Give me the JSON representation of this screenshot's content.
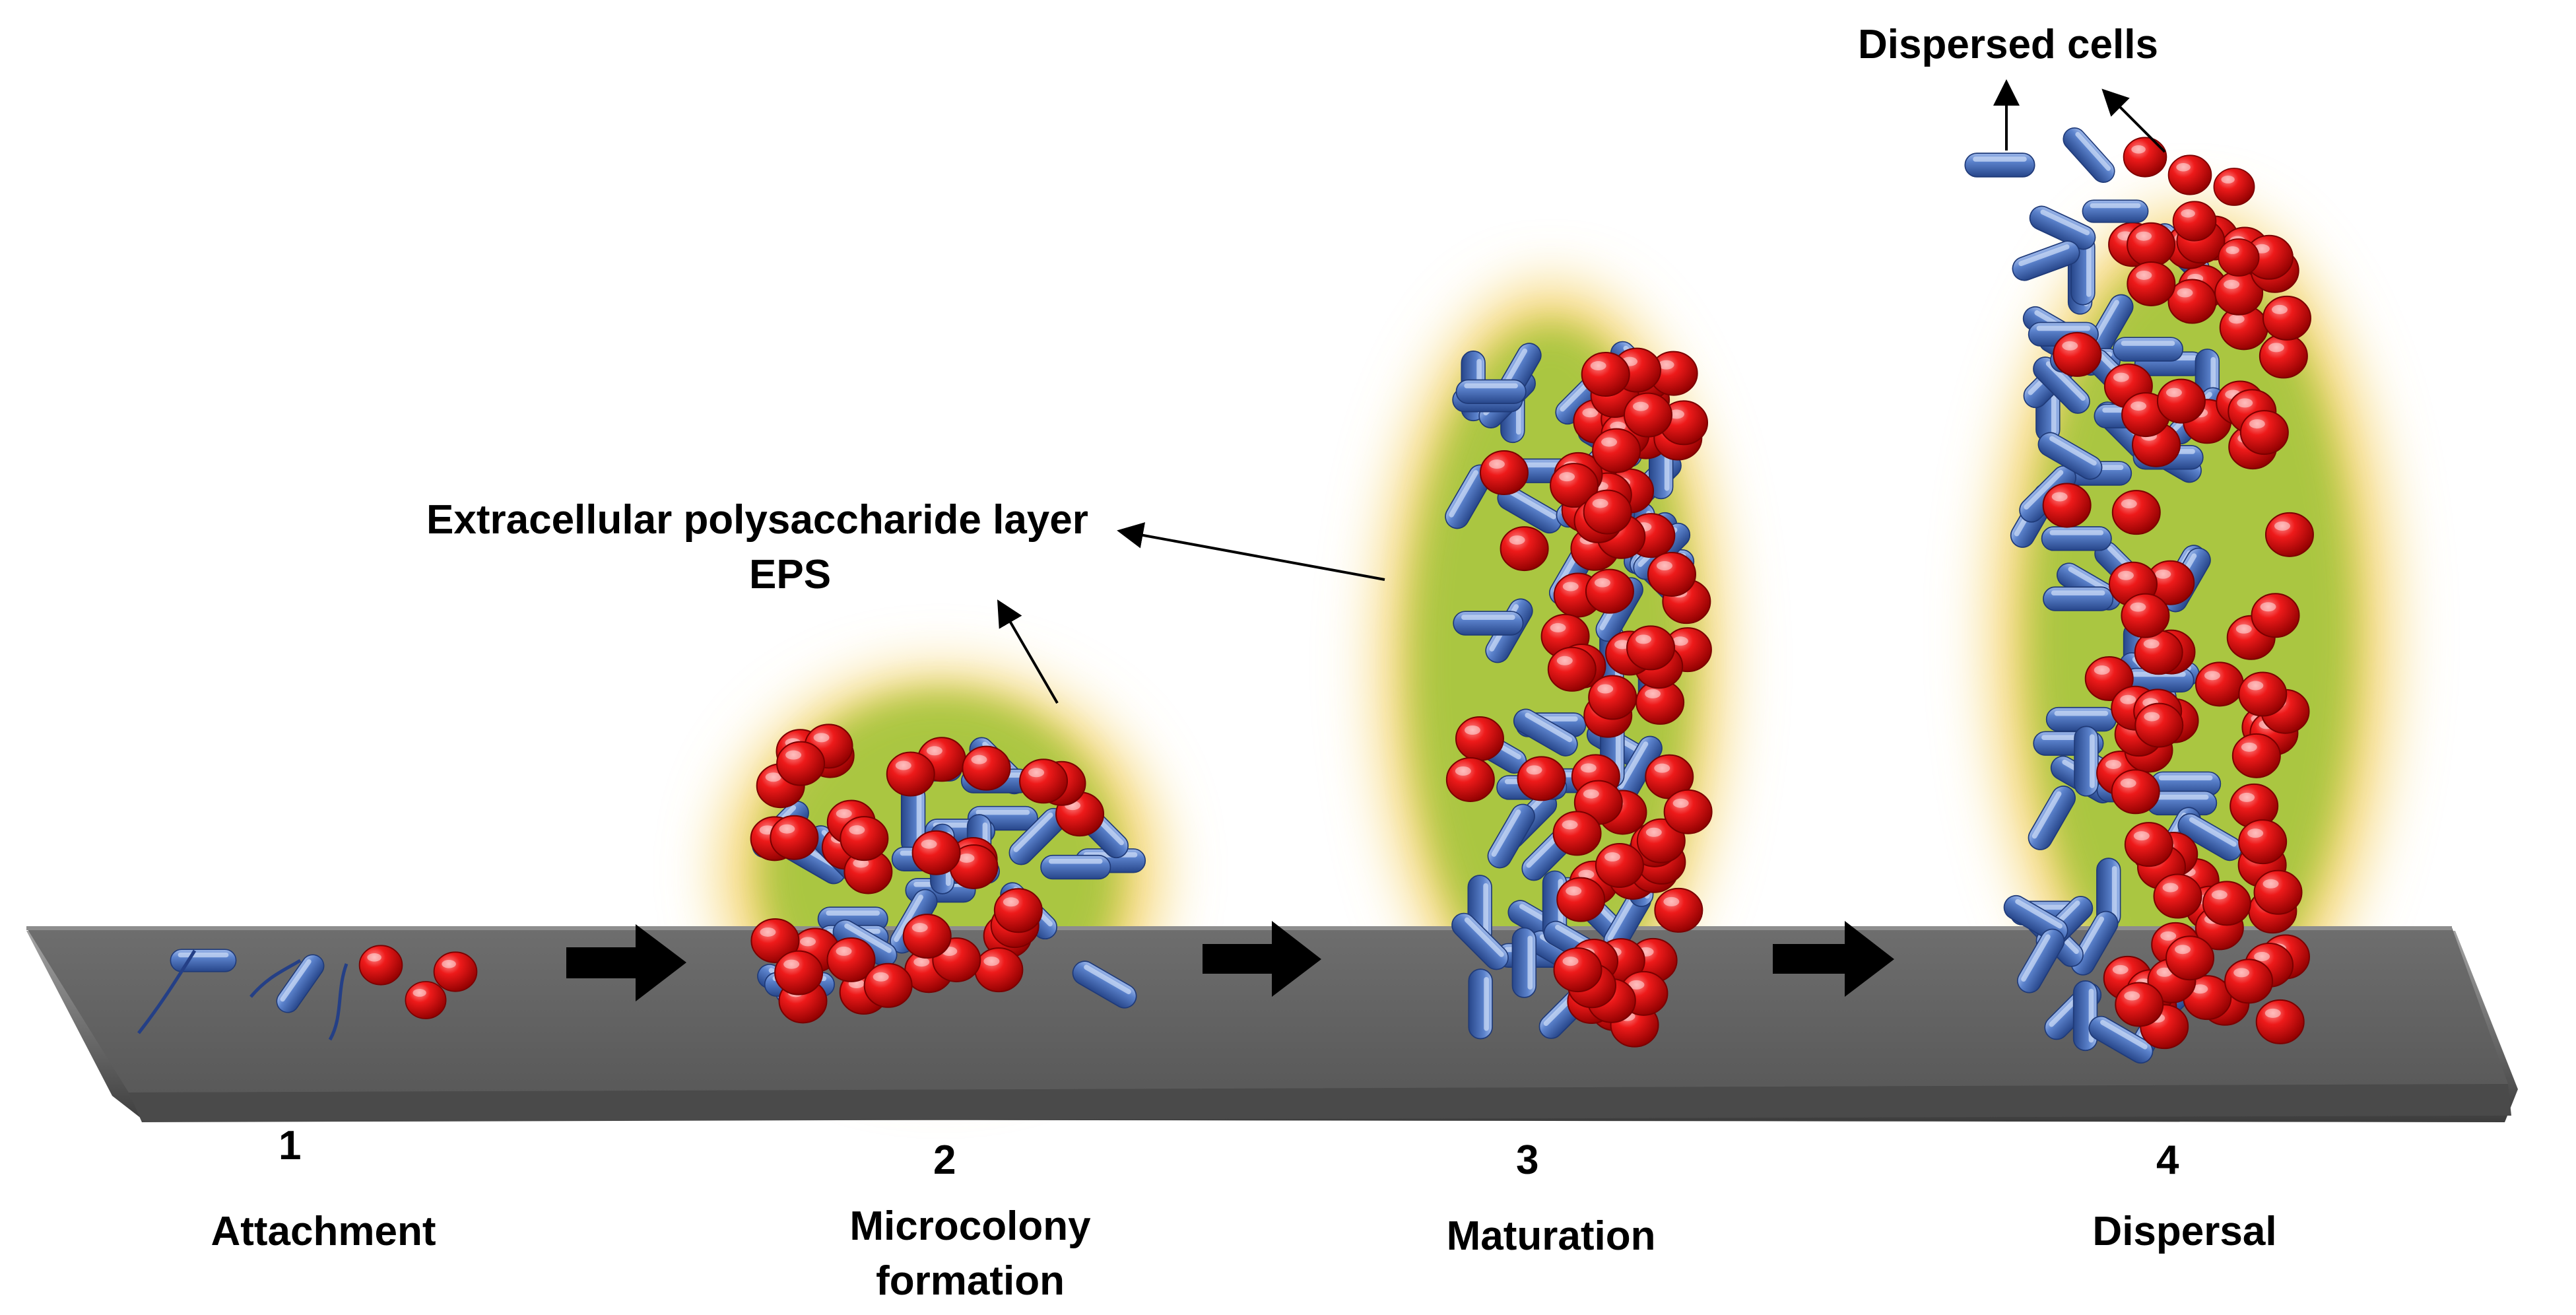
{
  "annotations": {
    "eps_line1": "Extracellular  polysaccharide layer",
    "eps_line2": "EPS",
    "dispersed": "Dispersed cells"
  },
  "stages": [
    {
      "number": "1",
      "name": "Attachment"
    },
    {
      "number": "2",
      "name_line1": "Microcolony",
      "name_line2": "formation"
    },
    {
      "number": "3",
      "name": "Maturation"
    },
    {
      "number": "4",
      "name": "Dispersal"
    }
  ],
  "colors": {
    "rod_cell": "#4a72c0",
    "coccus_cell": "#e01010",
    "eps_halo": "#f5d36a",
    "eps_inner": "#a6c83c",
    "surface": "#5c5c5c",
    "arrow": "#000000"
  },
  "icons": [
    "rod-bacterium-icon",
    "coccus-bacterium-icon",
    "progression-arrow-icon"
  ]
}
